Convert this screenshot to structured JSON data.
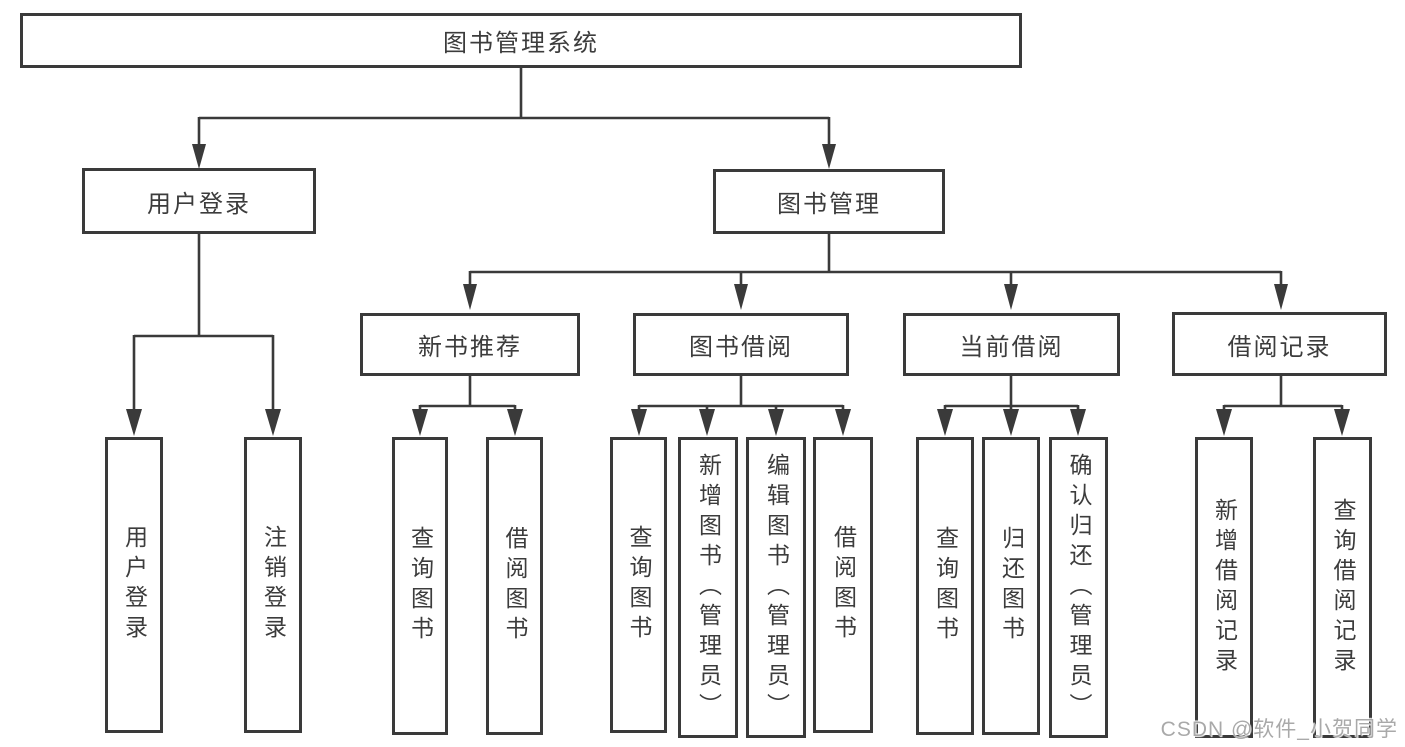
{
  "diagram": {
    "root": {
      "label": "图书管理系统"
    },
    "level2": [
      {
        "id": "user-login",
        "label": "用户登录"
      },
      {
        "id": "book-management",
        "label": "图书管理"
      }
    ],
    "level3": [
      {
        "id": "new-book-recommend",
        "label": "新书推荐",
        "parent": "book-management"
      },
      {
        "id": "book-borrowing",
        "label": "图书借阅",
        "parent": "book-management"
      },
      {
        "id": "current-borrowing",
        "label": "当前借阅",
        "parent": "book-management"
      },
      {
        "id": "borrowing-records",
        "label": "借阅记录",
        "parent": "book-management"
      }
    ],
    "leaves": [
      {
        "id": "user-login-action",
        "label": "用户登录",
        "parent": "user-login"
      },
      {
        "id": "logout-action",
        "label": "注销登录",
        "parent": "user-login"
      },
      {
        "id": "query-books-recommend",
        "label": "查询图书",
        "parent": "new-book-recommend"
      },
      {
        "id": "borrow-books-recommend",
        "label": "借阅图书",
        "parent": "new-book-recommend"
      },
      {
        "id": "query-books-borrowing",
        "label": "查询图书",
        "parent": "book-borrowing"
      },
      {
        "id": "add-books-admin",
        "label": "新增图书（管理员）",
        "parent": "book-borrowing"
      },
      {
        "id": "edit-books-admin",
        "label": "编辑图书（管理员）",
        "parent": "book-borrowing"
      },
      {
        "id": "borrow-books-borrowing",
        "label": "借阅图书",
        "parent": "book-borrowing"
      },
      {
        "id": "query-books-current",
        "label": "查询图书",
        "parent": "current-borrowing"
      },
      {
        "id": "return-books",
        "label": "归还图书",
        "parent": "current-borrowing"
      },
      {
        "id": "confirm-return-admin",
        "label": "确认归还（管理员）",
        "parent": "current-borrowing"
      },
      {
        "id": "add-borrow-record",
        "label": "新增借阅记录",
        "parent": "borrowing-records"
      },
      {
        "id": "query-borrow-record",
        "label": "查询借阅记录",
        "parent": "borrowing-records"
      }
    ]
  },
  "watermark": {
    "text": "CSDN @软件_小贺同学"
  },
  "colors": {
    "line": "#3a3a3a",
    "text": "#3c3c3c",
    "background": "#ffffff",
    "watermark": "#a9a9a9"
  }
}
